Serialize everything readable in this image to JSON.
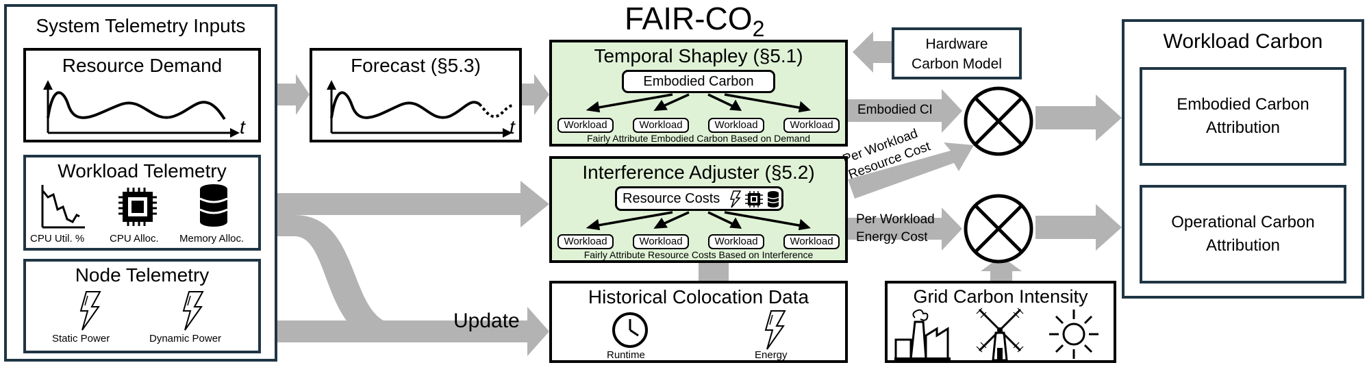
{
  "main_title": {
    "text": "FAIR-CO",
    "sub": "2"
  },
  "inputs": {
    "title": "System Telemetry Inputs",
    "resource_demand": {
      "title": "Resource Demand",
      "axis": "t"
    },
    "workload_telemetry": {
      "title": "Workload Telemetry",
      "items": [
        "CPU Util. %",
        "CPU Alloc.",
        "Memory Alloc."
      ]
    },
    "node_telemetry": {
      "title": "Node Telemetry",
      "items": [
        "Static Power",
        "Dynamic Power"
      ]
    }
  },
  "forecast": {
    "title": "Forecast (§5.3)",
    "axis": "t"
  },
  "temporal_shapley": {
    "title": "Temporal Shapley (§5.1)",
    "center": "Embodied Carbon",
    "workloads": [
      "Workload",
      "Workload",
      "Workload",
      "Workload"
    ],
    "caption": "Fairly Attribute Embodied Carbon Based on Demand"
  },
  "interference": {
    "title": "Interference Adjuster (§5.2)",
    "center": "Resource Costs",
    "workloads": [
      "Workload",
      "Workload",
      "Workload",
      "Workload"
    ],
    "caption": "Fairly Attribute Resource Costs Based on Interference"
  },
  "update_label": "Update",
  "historical": {
    "title": "Historical Colocation Data",
    "items": [
      "Runtime",
      "Energy"
    ]
  },
  "hardware_model": {
    "line1": "Hardware",
    "line2": "Carbon Model"
  },
  "flow_labels": {
    "embodied_ci": "Embodied CI",
    "resource_cost_1": "Per Workload",
    "resource_cost_2": "Resource Cost",
    "energy_cost_1": "Per Workload",
    "energy_cost_2": "Energy Cost"
  },
  "grid": {
    "title": "Grid Carbon Intensity"
  },
  "workload_carbon": {
    "title": "Workload Carbon",
    "embodied": {
      "line1": "Embodied Carbon",
      "line2": "Attribution"
    },
    "operational": {
      "line1": "Operational Carbon",
      "line2": "Attribution"
    }
  },
  "colors": {
    "arrow_gray": "#b3b3b3",
    "box_green": "#dff2d6",
    "outer_border": "#1f3544"
  }
}
